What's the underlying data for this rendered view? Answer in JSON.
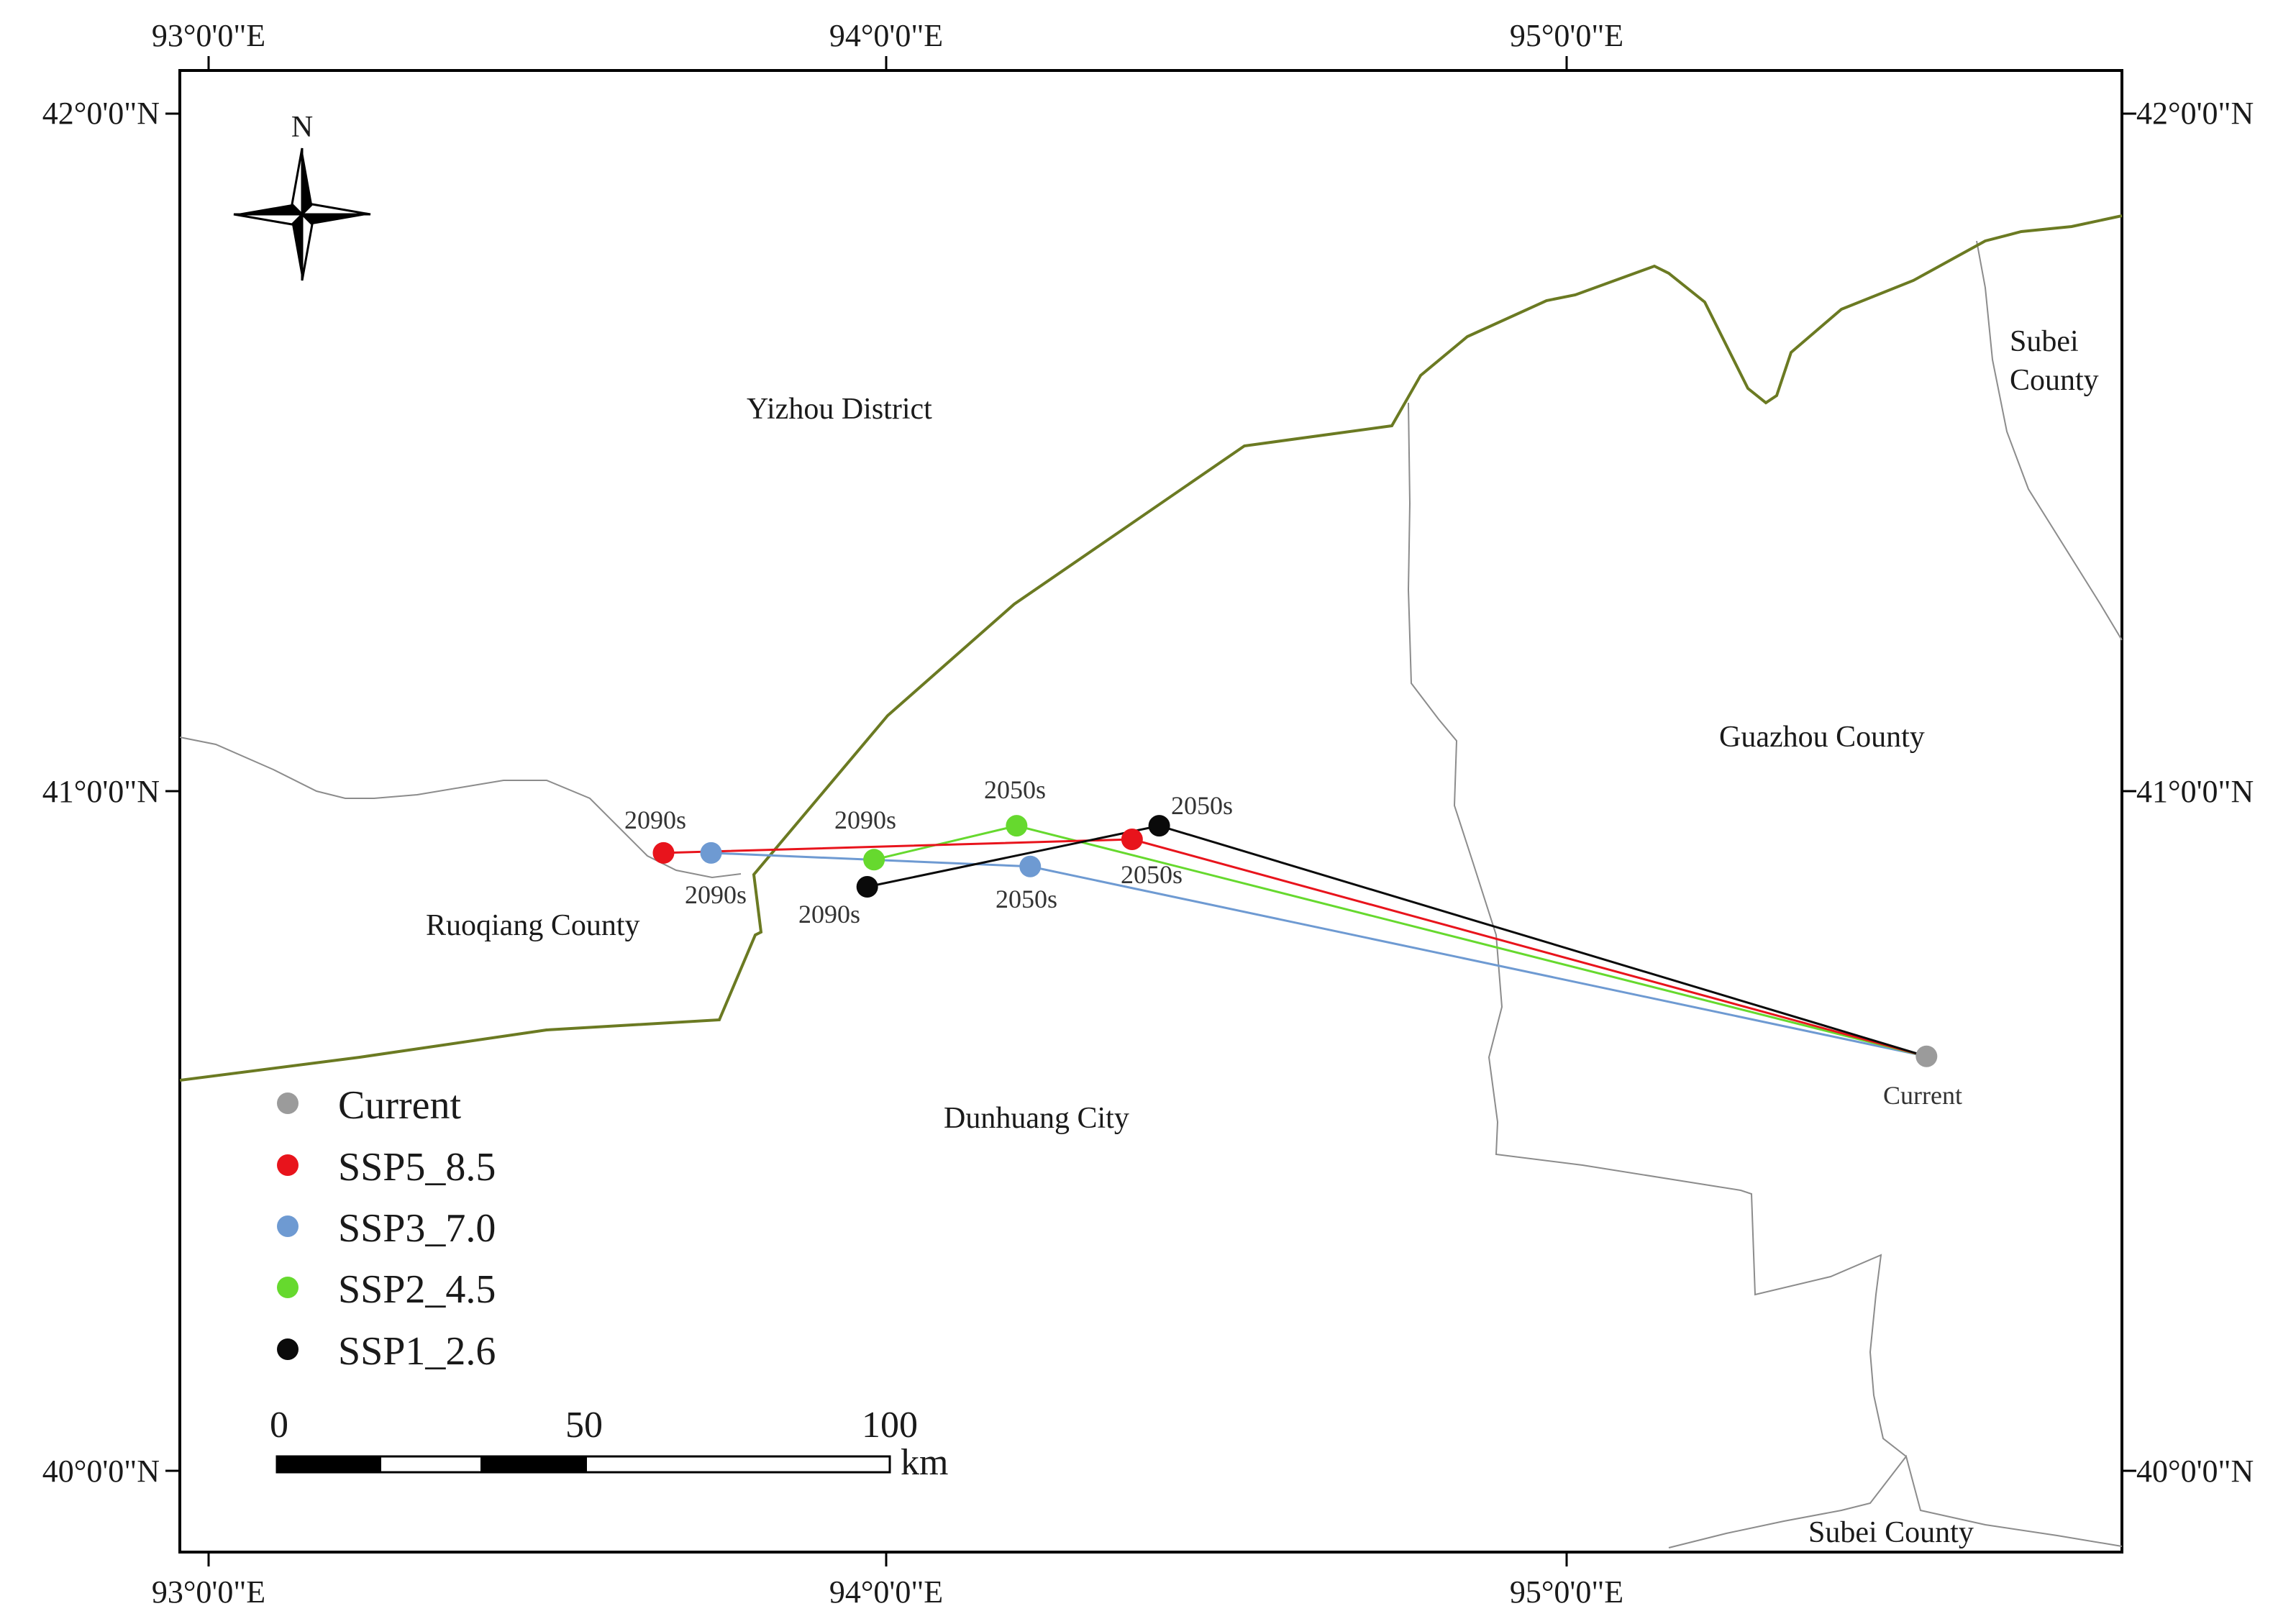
{
  "colors": {
    "Current": "#9b9b9b",
    "SSP5_8.5": "#e8141c",
    "SSP3_7.0": "#6e9ad2",
    "SSP2_4.5": "#66d92e",
    "SSP1_2.6": "#0a0a0a",
    "province_boundary": "#6b7a22",
    "county_boundary": "#8c8c8c"
  },
  "axes": {
    "longitude": [
      "93°0'0\"E",
      "94°0'0\"E",
      "95°0'0\"E"
    ],
    "latitude": [
      "42°0'0\"N",
      "41°0'0\"N",
      "40°0'0\"N"
    ]
  },
  "regions": {
    "yizhou": "Yizhou District",
    "guazhou": "Guazhou County",
    "ruoqiang": "Ruoqiang County",
    "dunhuang": "Dunhuang City",
    "subei_top_1": "Subei",
    "subei_top_2": "County",
    "subei_bottom": "Subei County"
  },
  "north_arrow": "N",
  "legend": [
    "Current",
    "SSP5_8.5",
    "SSP3_7.0",
    "SSP2_4.5",
    "SSP1_2.6"
  ],
  "scale_bar": {
    "ticks": [
      "0",
      "50",
      "100"
    ],
    "unit": "km"
  },
  "points": {
    "current": {
      "label": "Current",
      "lon": 95.53,
      "lat": 40.61
    },
    "SSP5_8.5": [
      {
        "label": "2050s",
        "lon": 94.36,
        "lat": 40.93
      },
      {
        "label": "2090s",
        "lon": 93.67,
        "lat": 40.91
      }
    ],
    "SSP3_7.0": [
      {
        "label": "2050s",
        "lon": 94.21,
        "lat": 40.89
      },
      {
        "label": "2090s",
        "lon": 93.74,
        "lat": 40.91
      }
    ],
    "SSP2_4.5": [
      {
        "label": "2050s",
        "lon": 94.19,
        "lat": 40.95
      },
      {
        "label": "2090s",
        "lon": 93.98,
        "lat": 40.9
      }
    ],
    "SSP1_2.6": [
      {
        "label": "2050s",
        "lon": 94.4,
        "lat": 40.95
      },
      {
        "label": "2090s",
        "lon": 93.97,
        "lat": 40.86
      }
    ]
  }
}
